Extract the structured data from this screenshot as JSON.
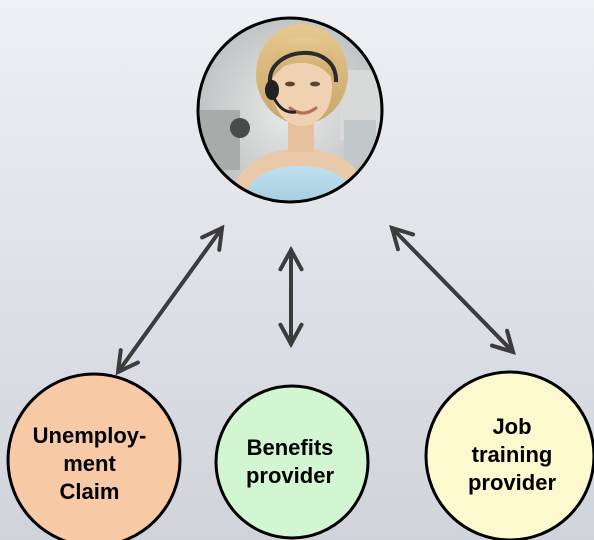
{
  "diagram": {
    "center_node": {
      "image": "call-center-agent-photo"
    },
    "nodes": [
      {
        "id": "claim",
        "lines": [
          "Unemploy-",
          "ment",
          "Claim"
        ],
        "fill": "#f7c9a5"
      },
      {
        "id": "benefits",
        "lines": [
          "Benefits",
          "provider"
        ],
        "fill": "#d2f6d2"
      },
      {
        "id": "job",
        "lines": [
          "Job",
          "training",
          "provider"
        ],
        "fill": "#fbf9cd"
      }
    ],
    "connectors": [
      {
        "from": "center",
        "to": "claim",
        "style": "double-headed-arrow"
      },
      {
        "from": "center",
        "to": "benefits",
        "style": "double-headed-arrow"
      },
      {
        "from": "center",
        "to": "job",
        "style": "double-headed-arrow"
      }
    ],
    "colors": {
      "outline": "#000000",
      "arrow": "#3c3c3c",
      "background_top": "#eef0f4",
      "background_bottom": "#d0d3da"
    }
  }
}
